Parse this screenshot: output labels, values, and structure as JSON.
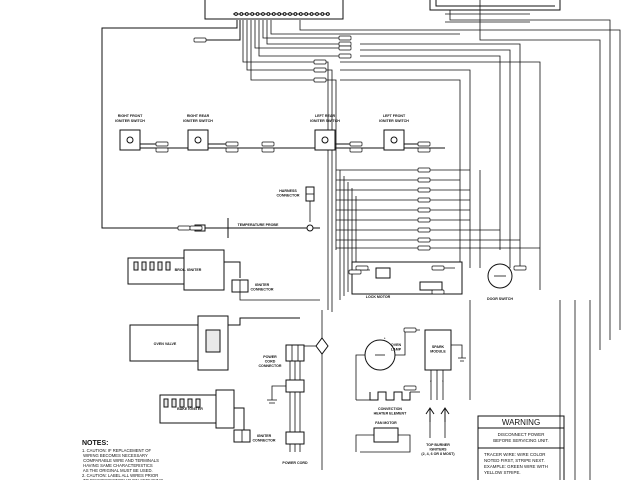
{
  "components": {
    "right_front_igniter": "RIGHT FRONT\nIGNITER SWITCH",
    "right_rear_igniter": "RIGHT REAR\nIGNITER SWITCH",
    "left_rear_igniter": "LEFT REAR\nIGNITER SWITCH",
    "left_front_igniter": "LEFT FRONT\nIGNITER SWITCH",
    "harness_connector": "HARNESS\nCONNECTOR",
    "temperature_probe": "TEMPERATURE PROBE",
    "broil_igniter": "BROIL IGNITER",
    "igniter_connector_1": "IGNITER\nCONNECTOR",
    "oven_valve": "OVEN VALVE",
    "bake_igniter": "BAKE IGNITER",
    "igniter_connector_2": "IGNITER\nCONNECTOR",
    "power_cord_connector": "POWER\nCORD\nCONNECTOR",
    "power_cord": "POWER CORD",
    "lock_motor": "LOCK MOTOR",
    "door_switch": "DOOR SWITCH",
    "oven_lamp": "OVEN\nLAMP",
    "spark_module": "SPARK\nMODULE",
    "convection_element": "CONVECTION\nHEATER ELEMENT",
    "fan_motor": "FAN MOTOR",
    "top_burner_igniters": "TOP BURNER\nIGNITERS\n(2, 4, 6 OR 8 MOST)"
  },
  "notes": {
    "heading": "NOTES:",
    "lines": [
      "1.  CAUTION:  IF REPLACEMENT OF",
      "     WIRING BECOMES NECESSARY",
      "     COMPARABLE WIRE AND TERMINALS",
      "     HAVING SAME CHARACTERISTICS",
      "     AS THE ORIGINAL MUST BE USED.",
      "2.  CAUTION:  LABEL ALL WIRES PRIOR",
      "     TO DISCONNECTION WHEN SERVICING"
    ]
  },
  "warning": {
    "title": "WARNING",
    "line1": "DISCONNECT POWER",
    "line2": "BEFORE SERVICING UNIT.",
    "tracer1": "TRACER WIRE:  WIRE COLOR",
    "tracer2": "NOTED FIRST, STRIPE NEXT.",
    "tracer3": "EXAMPLE:  GREEN WIRE WITH",
    "tracer4": "YELLOW STRIPE."
  }
}
